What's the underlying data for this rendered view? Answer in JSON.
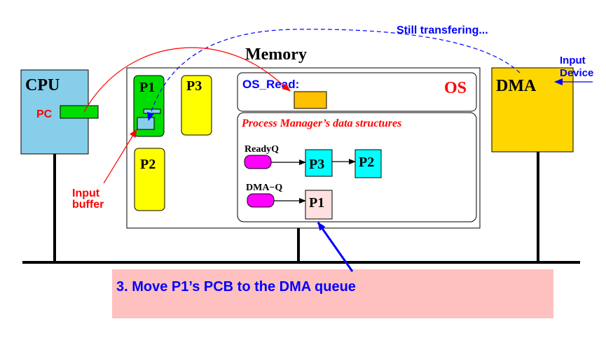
{
  "memory": {
    "title": "Memory"
  },
  "cpu": {
    "title": "CPU",
    "pc_label": "PC"
  },
  "dma": {
    "title": "DMA"
  },
  "processes": {
    "p1": "P1",
    "p2": "P2",
    "p3": "P3"
  },
  "os": {
    "label": "OS",
    "os_read": "OS_Read:"
  },
  "pm": {
    "title": "Process Manager’s data structures",
    "ready_q": "ReadyQ",
    "dma_q": "DMA−Q",
    "ready_p3": "P3",
    "ready_p2": "P2",
    "dma_p1": "P1"
  },
  "annotations": {
    "still_transfering": "Still transfering...",
    "input_device_line1": "Input",
    "input_device_line2": "Device",
    "input_buffer_line1": "Input",
    "input_buffer_line2": "buffer"
  },
  "caption": "3. Move P1’s PCB to the DMA queue",
  "colors": {
    "cpu_fill": "#87ceeb",
    "dma_fill": "#ffd700",
    "p1_fill": "#00dd00",
    "p_yellow": "#ffff00",
    "queue_cyan": "#00ffff",
    "queue_magenta": "#ff00ff",
    "pcb_pink": "#ffe0e0",
    "caption_bg": "#ffc0c0",
    "os_red": "#ff0000",
    "os_blue": "#0000ff",
    "os_read_box": "#ffc000"
  }
}
